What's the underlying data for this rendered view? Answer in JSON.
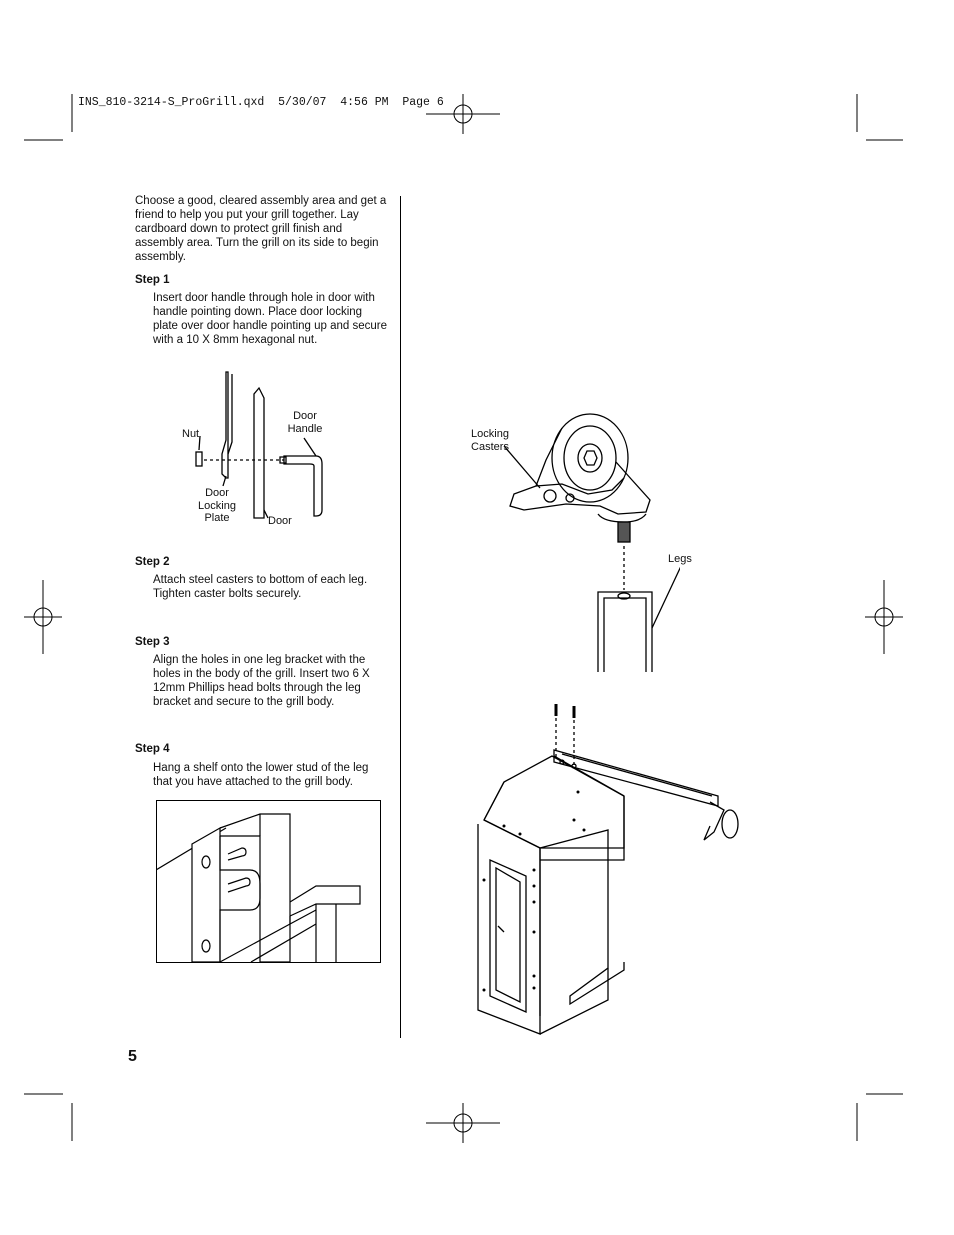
{
  "header": {
    "slug": "INS_810-3214-S_ProGrill.qxd  5/30/07  4:56 PM  Page 6"
  },
  "intro": "Choose a good, cleared assembly area and get a friend to help you put your grill together. Lay cardboard down to protect grill finish and assembly area. Turn the grill on its side to begin assembly.",
  "steps": [
    {
      "title": "Step 1",
      "text": "Insert door handle through hole in door with handle pointing down. Place door locking plate over door handle pointing up and secure with a 10 X 8mm hexagonal nut."
    },
    {
      "title": "Step 2",
      "text": "Attach steel casters to bottom of each leg. Tighten caster bolts securely."
    },
    {
      "title": "Step 3",
      "text": "Align the holes in one leg bracket with the holes in the body of the grill. Insert two 6 X 12mm Phillips head bolts through the leg bracket and secure to the grill body."
    },
    {
      "title": "Step 4",
      "text": "Hang a shelf onto the lower stud of the leg that you have attached to the grill body."
    }
  ],
  "figure1": {
    "nut": "Nut",
    "door_handle": "Door Handle",
    "door_locking_plate": "Door Locking Plate",
    "door": "Door"
  },
  "figure2": {
    "locking_casters": "Locking Casters",
    "legs": "Legs"
  },
  "footer": {
    "page_number": "5"
  }
}
